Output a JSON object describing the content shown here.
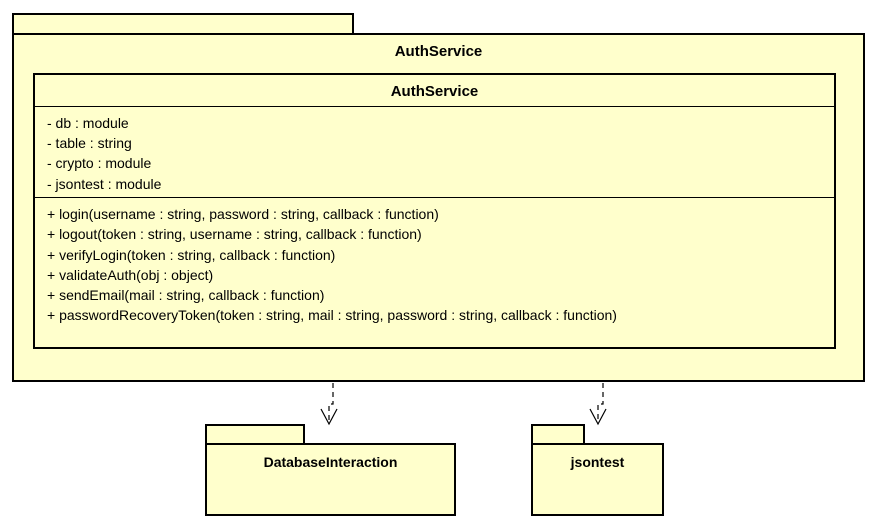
{
  "package": {
    "name": "AuthService"
  },
  "class": {
    "name": "AuthService",
    "attributes": [
      "- db : module",
      "- table : string",
      "- crypto : module",
      "- jsontest : module"
    ],
    "operations": [
      "+ login(username : string, password : string, callback : function)",
      "+ logout(token : string, username : string, callback : function)",
      "+ verifyLogin(token : string, callback : function)",
      "+ validateAuth(obj : object)",
      "+ sendEmail(mail : string, callback : function)",
      "+ passwordRecoveryToken(token : string, mail : string, password : string, callback : function)"
    ]
  },
  "dependencies": [
    {
      "name": "DatabaseInteraction"
    },
    {
      "name": "jsontest"
    }
  ]
}
